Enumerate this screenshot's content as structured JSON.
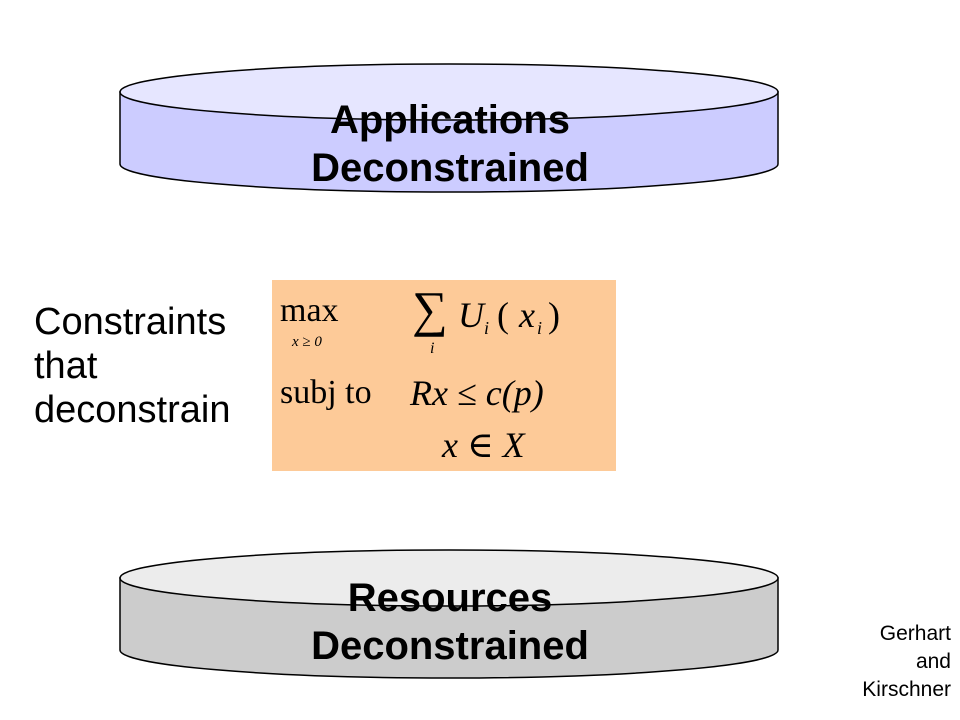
{
  "diagram": {
    "top_disk": {
      "title_line1": "Applications",
      "title_line2": "Deconstrained",
      "fill": "#ccccff",
      "top_fill": "#e6e6ff"
    },
    "bottom_disk": {
      "title_line1": "Resources",
      "title_line2": "Deconstrained",
      "fill": "#cccccc",
      "top_fill": "#ececec"
    },
    "side_label": {
      "line1": "Constraints",
      "line2": "that",
      "line3": "deconstrain"
    },
    "formula": {
      "background": "#fdca98",
      "max": "max",
      "max_sub": "x ≥ 0",
      "sum": "∑",
      "sum_sub": "i",
      "objective_U": "U",
      "objective_sub": "i",
      "objective_paren_open": "(",
      "objective_x": "x",
      "objective_x_sub": "i",
      "objective_paren_close": ")",
      "subj_to": "subj to",
      "constraint": "Rx ≤ c(p)",
      "domain": "x ∈ X"
    },
    "credit": {
      "line1": "Gerhart",
      "line2": "and",
      "line3": "Kirschner"
    }
  }
}
